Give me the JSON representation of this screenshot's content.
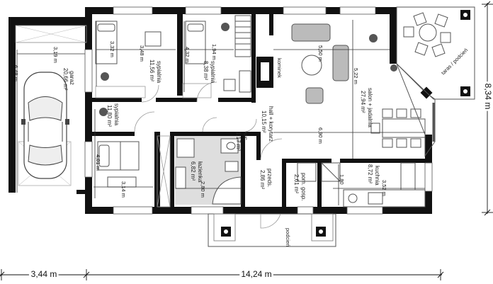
{
  "rooms": {
    "garaz": {
      "name": "garaż",
      "area": "20,66 m²",
      "width": "3,19 m",
      "depth": "6,48 m"
    },
    "sypialnia_top": {
      "name": "sypialnia",
      "area": "11,56 m²",
      "width": "3,48 m",
      "depth": "3,32 m"
    },
    "sypialnia_mid": {
      "name": "sypialnia",
      "area": "8,38 m²",
      "width": "1,94 m",
      "depth": "4,32 m"
    },
    "sypialnia_low": {
      "name": "sypialnia",
      "area": "11,80 m²",
      "width": "3,14 m",
      "depth": "4,01 m"
    },
    "salon": {
      "name": "salon + jadalnia",
      "area": "27,94 m²",
      "width": "5,50 m",
      "depth": "5,22 m",
      "full_width": "6,90 m"
    },
    "hall": {
      "name": "hall + korytarz",
      "area": "10,15 m²"
    },
    "wc": {
      "name": "wc",
      "area": "1,17 m²"
    },
    "lazienka": {
      "name": "łazienka",
      "area": "6,82 m²",
      "width": "2,80 m"
    },
    "przedsionek": {
      "name": "przeds.",
      "area": "2,86 m²"
    },
    "pom_gosp": {
      "name": "pom. gosp.",
      "area": "2,61 m²"
    },
    "kuchnia": {
      "name": "kuchnia",
      "area": "8,72 m²",
      "width": "3,52 m",
      "depth": "1,80"
    },
    "kominek": {
      "name": "kominek"
    },
    "taras": {
      "name": "taras / podcień"
    },
    "podcien": {
      "name": "podcień"
    }
  },
  "dimensions": {
    "total_width": "14,24 m",
    "garage_width": "3,44 m",
    "total_depth": "8,34 m"
  },
  "colors": {
    "wall": "#111111",
    "bathroom": "#dedede",
    "line": "#555555"
  }
}
